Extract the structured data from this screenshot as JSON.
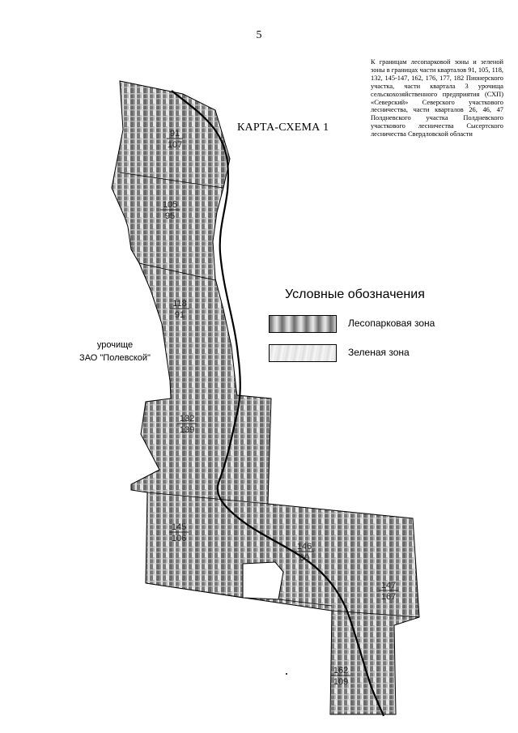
{
  "page_number": "5",
  "note": "К границам лесопарковой зоны и зеленой зоны в границах части кварталов 91, 105, 118, 132, 145-147, 162, 176, 177, 182 Пионерского участка, части квартала 3 урочища сельскохозяйственного предприятия (СХП) «Северский» Северского участкового лесничества, части кварталов 26, 46, 47 Полдневского участка Полдневского участкового лесничества Сысертского лесничества Свердловской области",
  "map_title": "КАРТА-СХЕМА 1",
  "tract_label": {
    "line1": "урочище",
    "line2": "ЗАО \"Полевской\""
  },
  "legend": {
    "title": "Условные обозначения",
    "items": [
      {
        "label": "Лесопарковая зона",
        "pattern": "forest"
      },
      {
        "label": "Зеленая зона",
        "pattern": "green"
      }
    ]
  },
  "quarters": [
    {
      "top": "91",
      "bottom": "107"
    },
    {
      "top": "105",
      "bottom": "95"
    },
    {
      "top": "118",
      "bottom": "91"
    },
    {
      "top": "132",
      "bottom": "139"
    },
    {
      "top": "145",
      "bottom": "106"
    },
    {
      "top": "146",
      "bottom": "80"
    },
    {
      "top": "147",
      "bottom": "167"
    },
    {
      "top": "162",
      "bottom": "109"
    }
  ],
  "colors": {
    "forest_dark": "#6e6e6e",
    "forest_light": "#d9d9d9",
    "boundary": "#000000"
  }
}
